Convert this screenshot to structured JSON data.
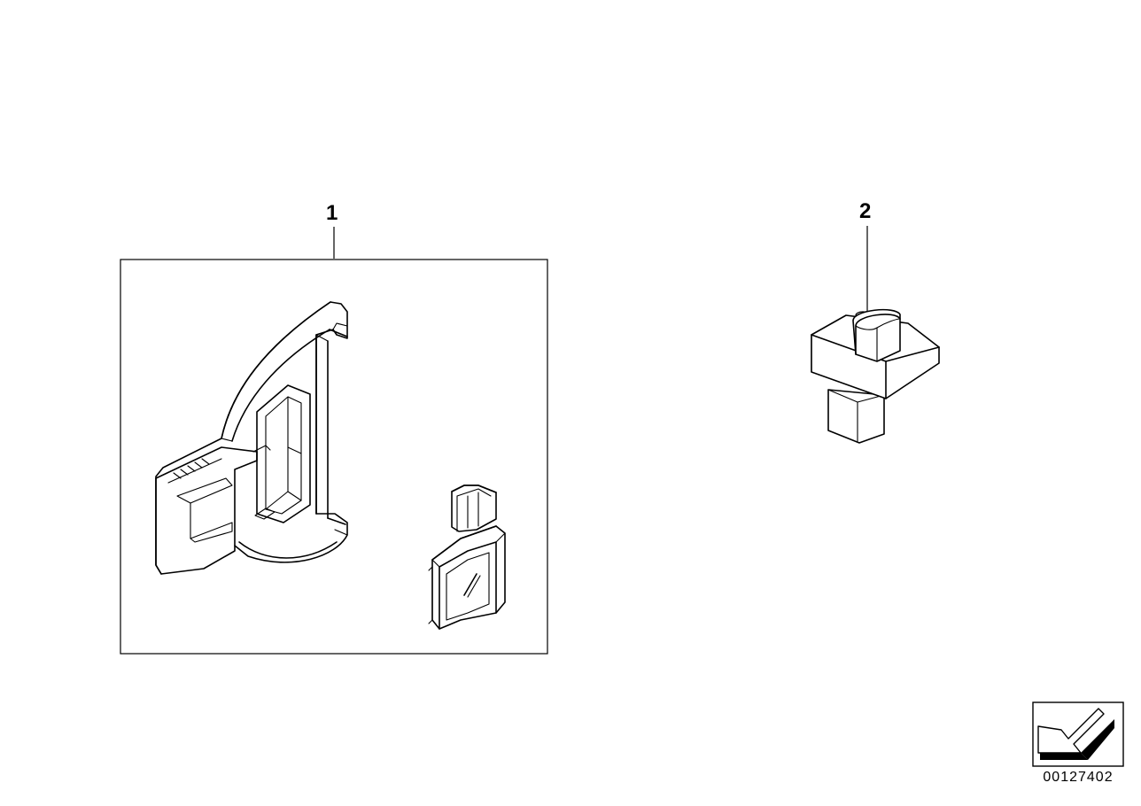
{
  "callouts": {
    "part1": "1",
    "part2": "2"
  },
  "diagram_number": "00127402",
  "icons": {
    "nav_arrow": "back-arrow-icon"
  },
  "colors": {
    "line": "#000000",
    "background": "#ffffff"
  }
}
